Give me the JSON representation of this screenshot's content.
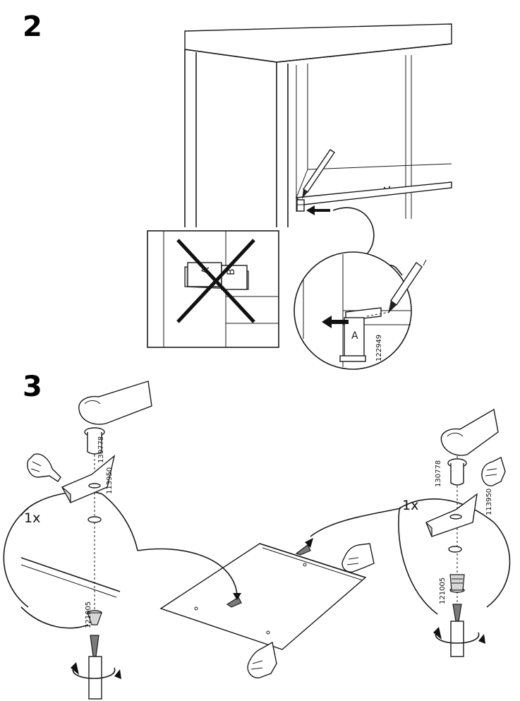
{
  "steps": [
    {
      "number": "2"
    },
    {
      "number": "3"
    }
  ],
  "labels": {
    "part_a": "A",
    "part_b": "B",
    "clip_code": "122949",
    "screw_code": "121005",
    "plug_code": "130778",
    "bracket_code": "113950",
    "quantity": "1x"
  }
}
